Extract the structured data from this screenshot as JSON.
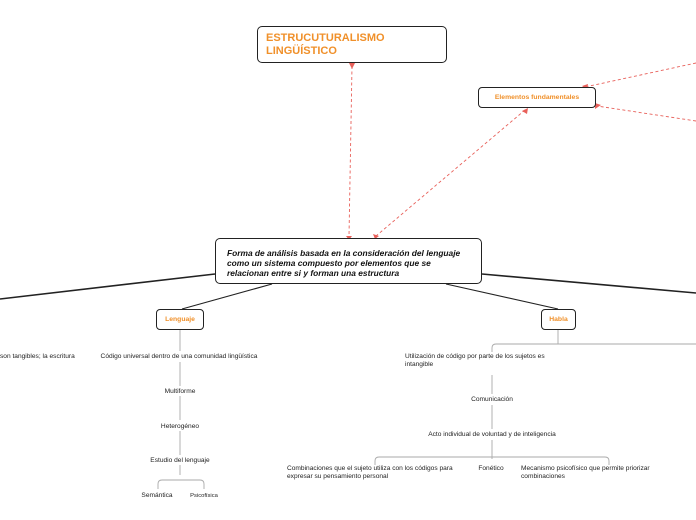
{
  "title": "ESTRUCUTURALISMO LINGÜÍSTICO",
  "central": "Forma de análisis basada en la consideración del lenguaje como un sistema compuesto por elementos que se relacionan entre si y forman una estructura",
  "elementos": "Elementos fundamentales",
  "lenguaje": {
    "label": "Lenguaje",
    "left_clipped": "son tangibles; la escritura",
    "codigo": "Código universal dentro de una comunidad lingüística",
    "multiforme": "Multiforme",
    "heterogeneo": "Heterogéneo",
    "estudio": "Estudio del lenguaje",
    "semantica": "Semántica",
    "psicofisica": "Psicofísica"
  },
  "habla": {
    "label": "Habla",
    "utilizacion": "Utilización de código por parte de los sujetos es intangible",
    "comunicacion": "Comunicación",
    "acto": "Acto individual de voluntad y de inteligencia",
    "combinaciones": "Combinaciones que el sujeto utiliza con los códigos para expresar su pensamiento personal",
    "fonetico": "Fonético",
    "mecanismo": "Mecanismo psicofísico que permite priorizar combinaciones"
  },
  "colors": {
    "accent": "#f0902a",
    "dashed_link": "#e8605a",
    "line": "#222222",
    "branch": "#aaaaaa"
  }
}
